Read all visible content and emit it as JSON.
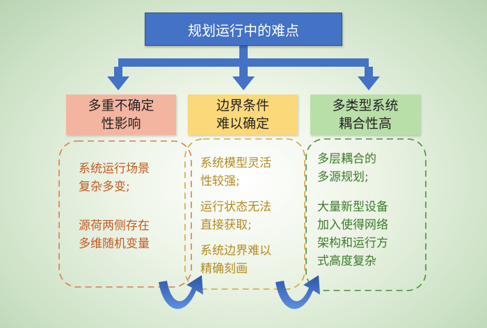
{
  "title": "规划运行中的难点",
  "categories": [
    {
      "title_lines": [
        "多重不确定",
        "性影响"
      ],
      "color": "#f4b5a0"
    },
    {
      "title_lines": [
        "边界条件",
        "难以确定"
      ],
      "color": "#fbd87a"
    },
    {
      "title_lines": [
        "多类型系统",
        "耦合性高"
      ],
      "color": "#b9dfa8"
    }
  ],
  "details": [
    {
      "color": "#c45a23",
      "items": [
        [
          "系统运行场景",
          "复杂多变;"
        ],
        [
          "源荷两侧存在",
          "多维随机变量"
        ]
      ]
    },
    {
      "color": "#b58a1f",
      "items": [
        [
          "系统模型灵活",
          "性较强;"
        ],
        [
          "运行状态无法",
          "直接获取;"
        ],
        [
          "系统边界难以",
          "精确刻画"
        ]
      ]
    },
    {
      "color": "#3d7a2c",
      "items": [
        [
          "多层耦合的",
          "多源规划;"
        ],
        [
          "大量新型设备",
          "加入使得网络",
          "架构和运行方",
          "式高度复杂"
        ]
      ]
    }
  ],
  "colors": {
    "title_bg": "#4472c4",
    "arrow": "#4472c4",
    "curved_arrow": "#3a67b8"
  }
}
